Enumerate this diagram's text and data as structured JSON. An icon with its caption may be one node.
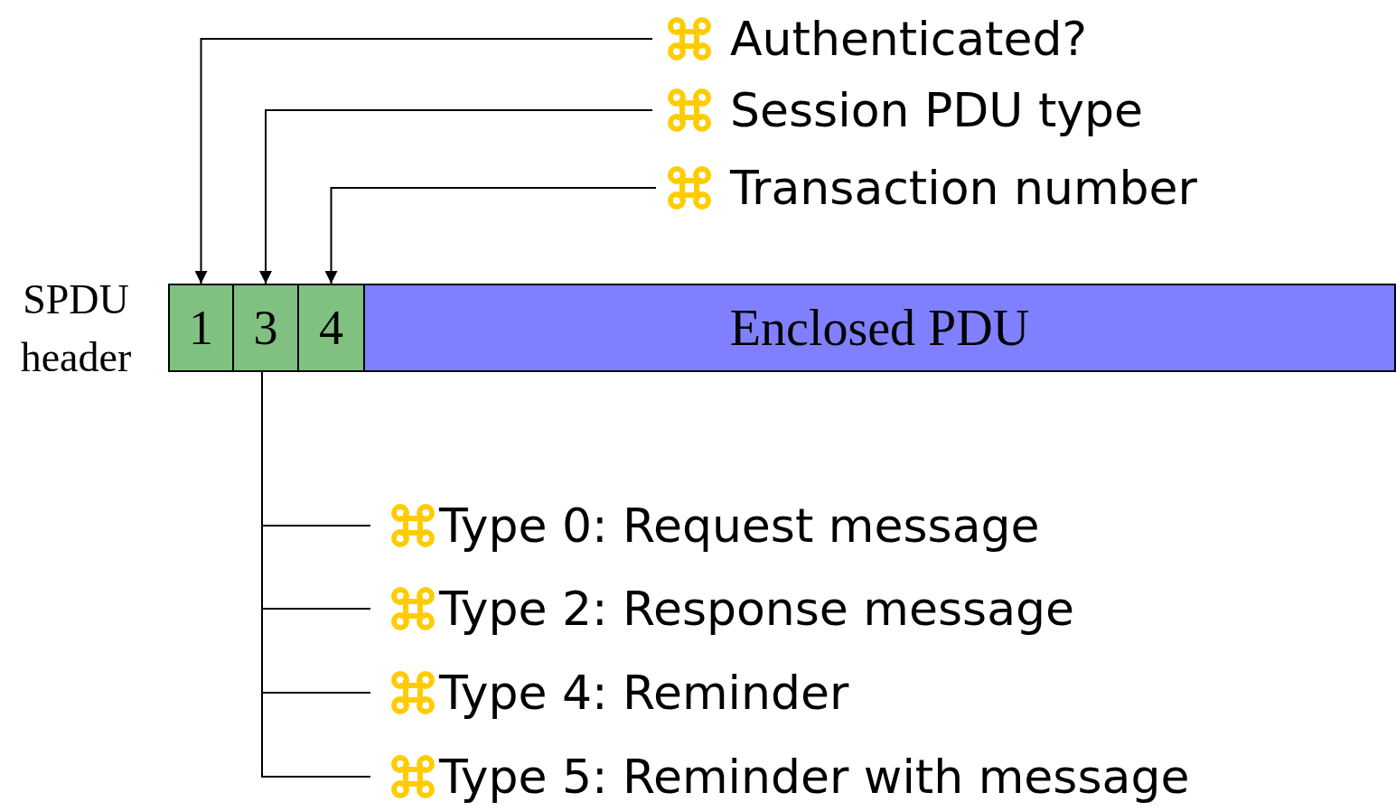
{
  "diagram": {
    "nodes": [
      {
        "text": [
          "Authenticated?"
        ]
      },
      {
        "text": [
          "Session PDU type"
        ]
      },
      {
        "text": [
          "Transaction number"
        ]
      },
      {
        "text": [
          "1"
        ]
      },
      {
        "text": [
          "3"
        ]
      },
      {
        "text": [
          "4"
        ]
      },
      {
        "text": [
          "Enclosed PDU"
        ]
      },
      {
        "text": [
          "Type 0: Request message"
        ]
      },
      {
        "text": [
          "Type 2: Response message"
        ]
      },
      {
        "text": [
          "Type 4: Reminder"
        ]
      },
      {
        "text": [
          "Type 5: Reminder with message"
        ]
      }
    ],
    "edges": [
      {
        "from": 0,
        "to": 3,
        "arrow": "to"
      },
      {
        "from": 1,
        "to": 4,
        "arrow": "to"
      },
      {
        "from": 2,
        "to": 5,
        "arrow": "to"
      },
      {
        "from": 4,
        "to": 7,
        "arrow": "none"
      },
      {
        "from": 4,
        "to": 8,
        "arrow": "none"
      },
      {
        "from": 4,
        "to": 9,
        "arrow": "none"
      },
      {
        "from": 4,
        "to": 10,
        "arrow": "none"
      }
    ],
    "labels": [
      "SPDU header"
    ]
  }
}
